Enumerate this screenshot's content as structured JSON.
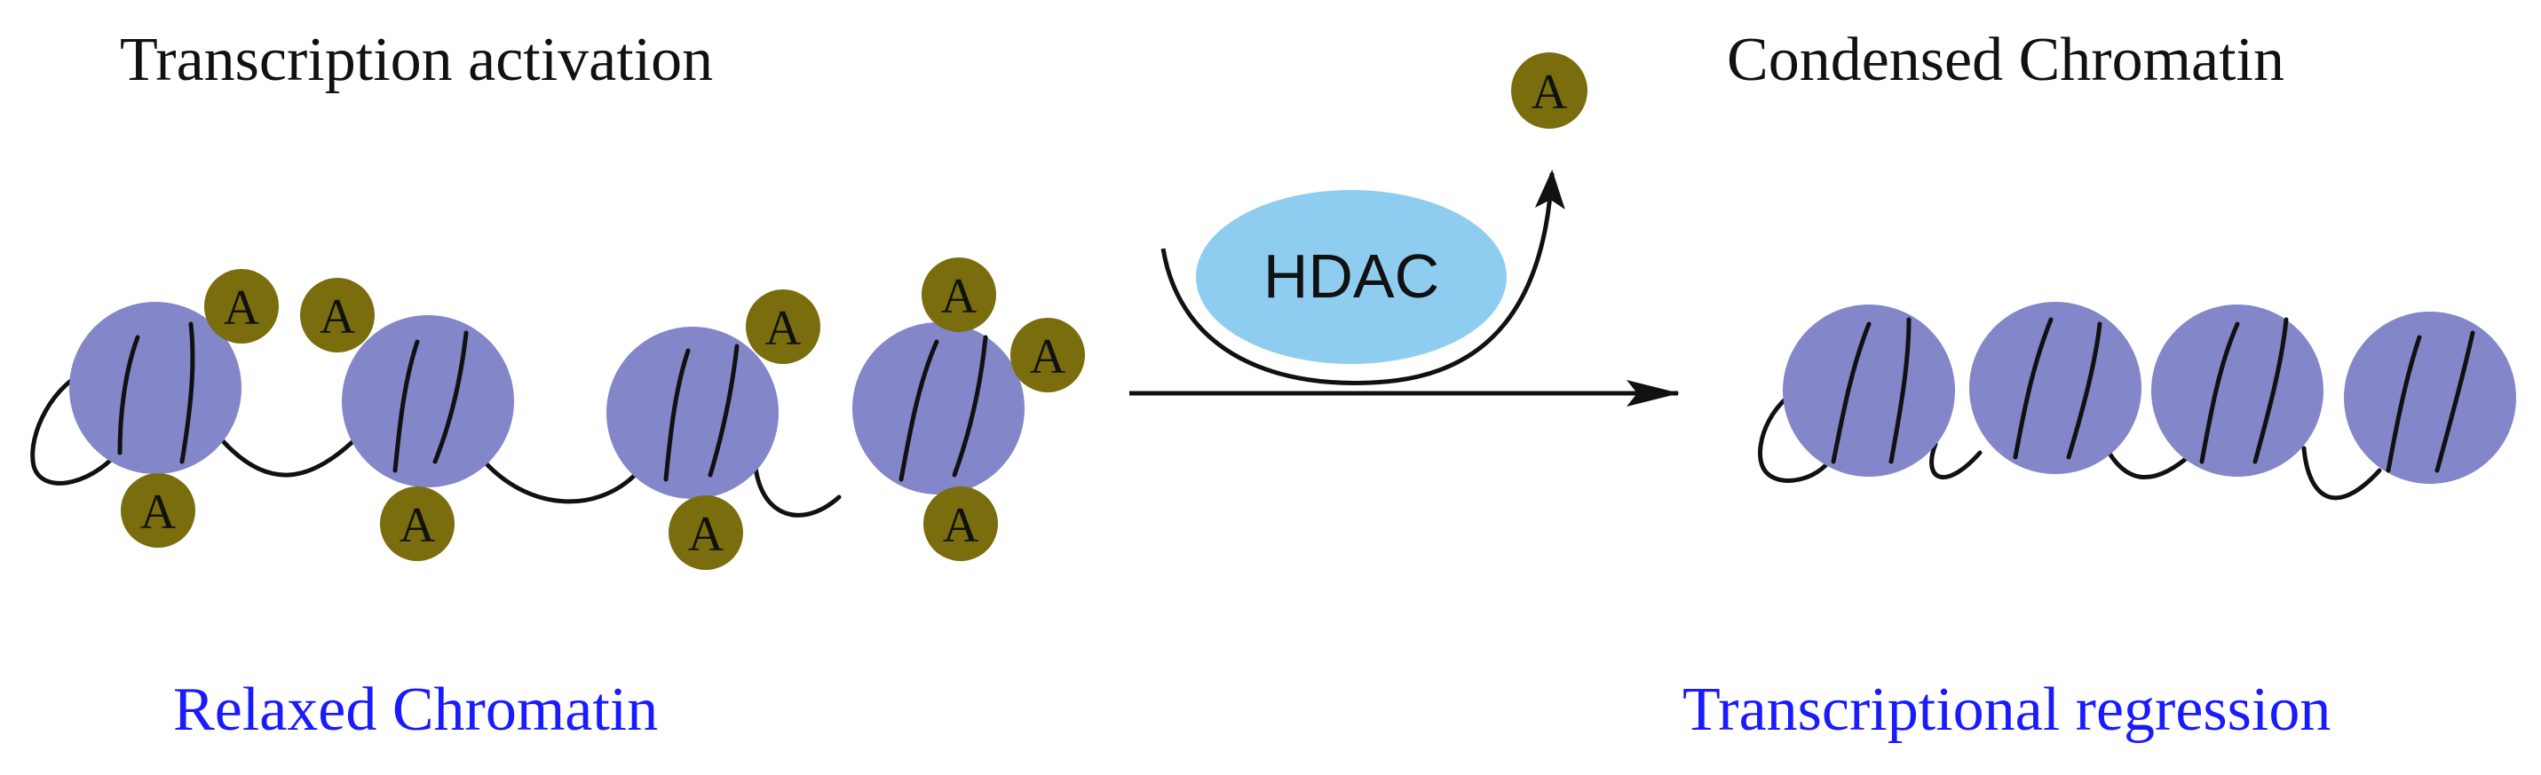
{
  "labels": {
    "left_title": "Transcription activation",
    "right_title": "Condensed Chromatin",
    "left_caption": "Relaxed Chromatin",
    "right_caption": "Transcriptional regression",
    "enzyme": "HDAC",
    "acetyl": "A"
  },
  "colors": {
    "nucleosome": "#8386c9",
    "acetyl_group": "#7a6d0e",
    "enzyme": "#8fcdf0",
    "caption": "#1a1aff",
    "line": "#111111"
  }
}
